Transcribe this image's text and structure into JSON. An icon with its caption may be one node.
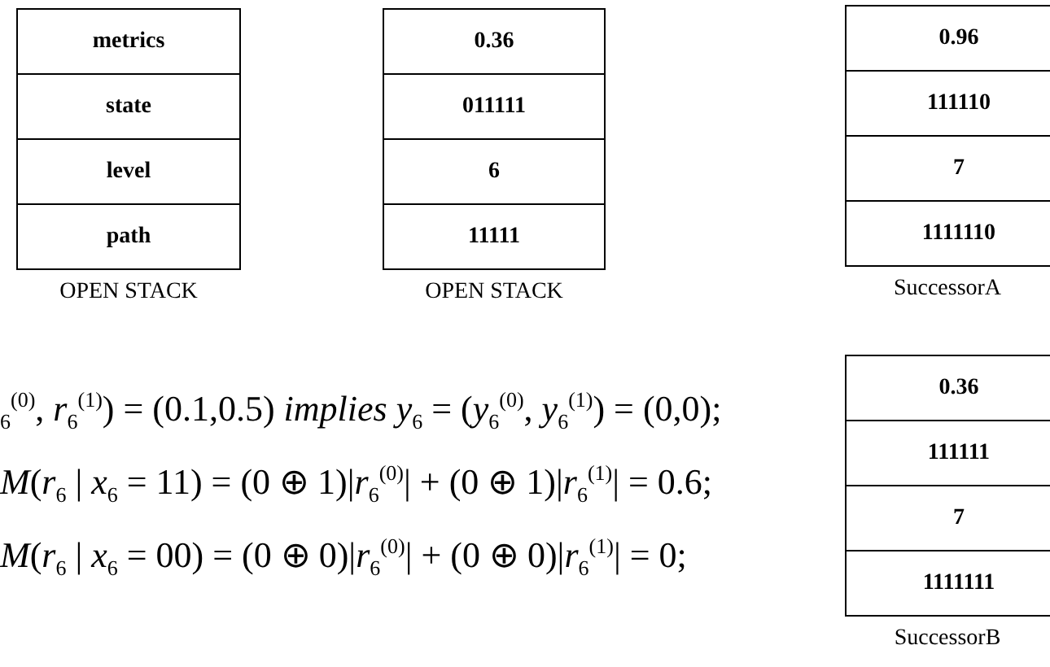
{
  "diagram": {
    "nodes": [
      {
        "text": [
          "metrics",
          "state",
          "level",
          "path"
        ],
        "beside": [
          "OPEN STACK"
        ]
      },
      {
        "text": [
          "0.36",
          "011111",
          "6",
          "11111"
        ],
        "beside": [
          "OPEN STACK"
        ]
      },
      {
        "text": [
          "0.96",
          "111110",
          "7",
          "1111110"
        ],
        "beside": [
          "SuccessorA"
        ]
      },
      {
        "text": [
          "0.36",
          "111111",
          "7",
          "1111111"
        ],
        "beside": [
          "SuccessorB"
        ]
      }
    ],
    "labels": [
      "$_{6}$$^{(0)}$, *r*$_{6}$$^{(1)}$) = (0.1,0.5) *implies* *y*$_{6}$ = (*y*$_{6}$$^{(0)}$, *y*$_{6}$$^{(1)}$) = (0,0);",
      "*M*(*r*$_{6}$ | *x*$_{6}$ = 11) = (0 ⊕ 1)|*r*$_{6}$$^{(0)}$| + (0 ⊕ 1)|*r*$_{6}$$^{(1)}$| = 0.6;",
      "*M*(*r*$_{6}$ | *x*$_{6}$ = 00) = (0 ⊕ 0)|*r*$_{6}$$^{(0)}$| + (0 ⊕ 0)|*r*$_{6}$$^{(1)}$| = 0;"
    ]
  }
}
